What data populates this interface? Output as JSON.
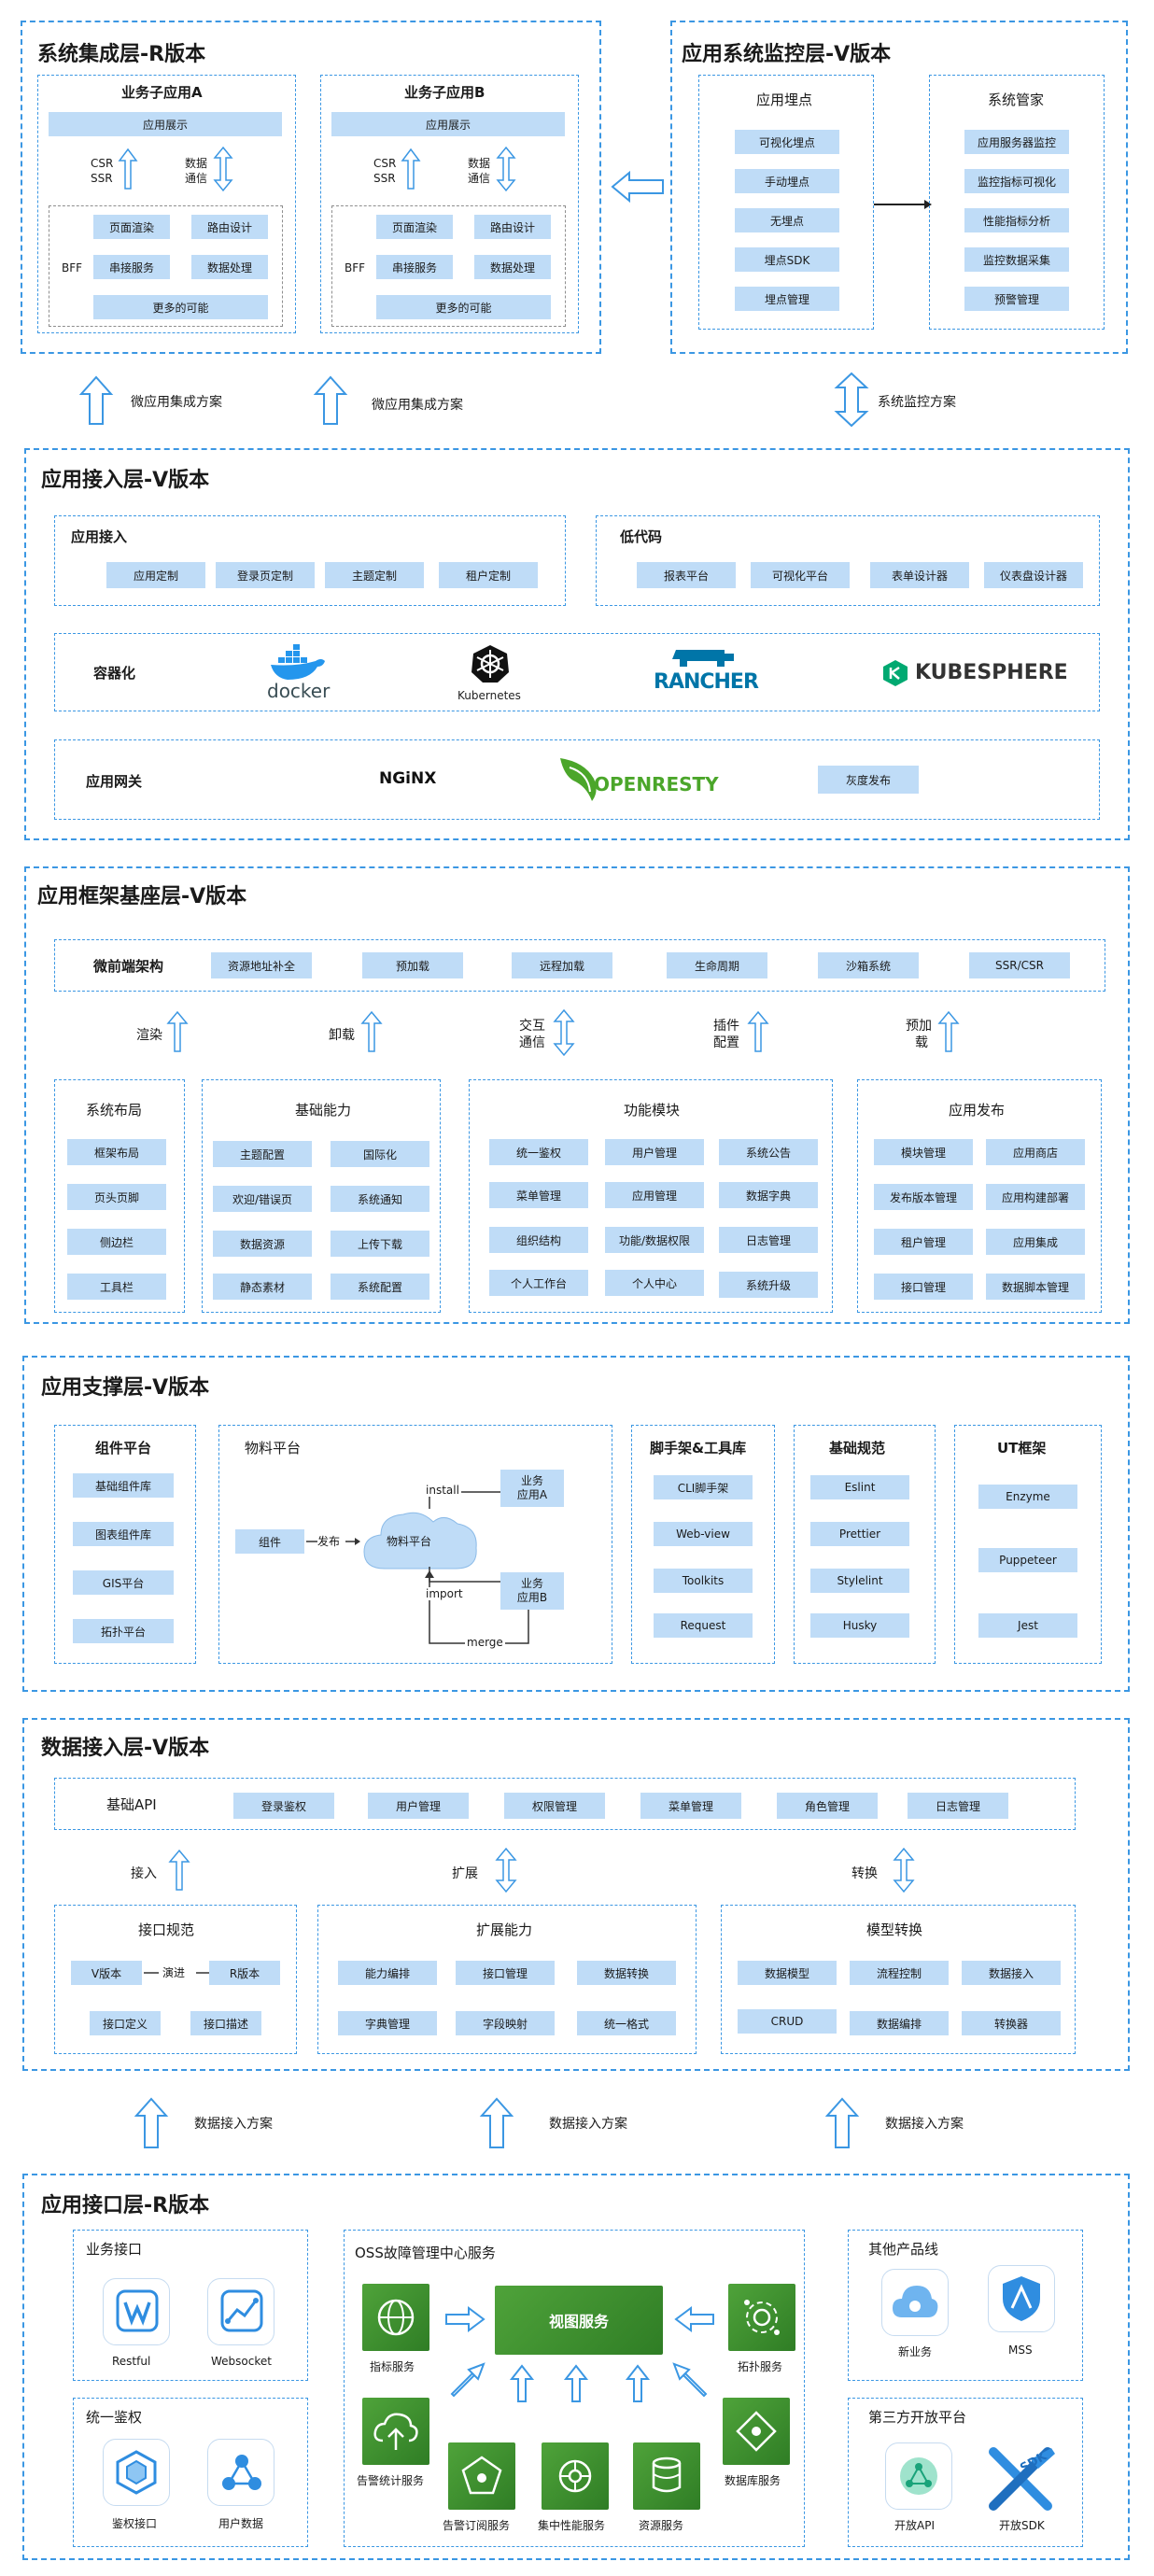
{
  "layer1": {
    "title": "系统集成层-R版本",
    "appA": {
      "title": "业务子应用A",
      "show": "应用展示",
      "csr": "CSR",
      "ssr": "SSR",
      "comm1": "数据",
      "comm2": "通信",
      "bff": "BFF",
      "p1": "页面渲染",
      "p2": "路由设计",
      "p3": "串接服务",
      "p4": "数据处理",
      "more": "更多的可能"
    },
    "appB": {
      "title": "业务子应用B",
      "show": "应用展示",
      "csr": "CSR",
      "ssr": "SSR",
      "comm1": "数据",
      "comm2": "通信",
      "bff": "BFF",
      "p1": "页面渲染",
      "p2": "路由设计",
      "p3": "串接服务",
      "p4": "数据处理",
      "more": "更多的可能"
    }
  },
  "monitor": {
    "title": "应用系统监控层-V版本",
    "bury": {
      "title": "应用埋点",
      "items": [
        "可视化埋点",
        "手动埋点",
        "无埋点",
        "埋点SDK",
        "埋点管理"
      ]
    },
    "mgr": {
      "title": "系统管家",
      "items": [
        "应用服务器监控",
        "监控指标可视化",
        "性能指标分析",
        "监控数据采集",
        "预警管理"
      ]
    }
  },
  "arrows1": {
    "a": "微应用集成方案",
    "b": "微应用集成方案",
    "c": "系统监控方案"
  },
  "access": {
    "title": "应用接入层-V版本",
    "appin": {
      "title": "应用接入",
      "items": [
        "应用定制",
        "登录页定制",
        "主题定制",
        "租户定制"
      ]
    },
    "lowcode": {
      "title": "低代码",
      "items": [
        "报表平台",
        "可视化平台",
        "表单设计器",
        "仪表盘设计器"
      ]
    },
    "container": {
      "title": "容器化",
      "docker": "docker",
      "k8s": "Kubernetes",
      "rancher": "RANCHER",
      "kube": "KUBESPHERE"
    },
    "gateway": {
      "title": "应用网关",
      "nginx": "NGiNX",
      "openresty": "OPENRESTY",
      "gray": "灰度发布"
    }
  },
  "framework": {
    "title": "应用框架基座层-V版本",
    "micro": {
      "title": "微前端架构",
      "items": [
        "资源地址补全",
        "预加载",
        "远程加载",
        "生命周期",
        "沙箱系统",
        "SSR/CSR"
      ]
    },
    "arrows": {
      "a": "渲染",
      "b": "卸载",
      "c1": "交互",
      "c2": "通信",
      "d1": "插件",
      "d2": "配置",
      "e1": "预加",
      "e2": "载"
    },
    "layout": {
      "title": "系统布局",
      "items": [
        "框架布局",
        "页头页脚",
        "侧边栏",
        "工具栏"
      ]
    },
    "base": {
      "title": "基础能力",
      "items": [
        "主题配置",
        "国际化",
        "欢迎/错误页",
        "系统通知",
        "数据资源",
        "上传下载",
        "静态素材",
        "系统配置"
      ]
    },
    "func": {
      "title": "功能模块",
      "items": [
        "统一鉴权",
        "用户管理",
        "系统公告",
        "菜单管理",
        "应用管理",
        "数据字典",
        "组织结构",
        "功能/数据权限",
        "日志管理",
        "个人工作台",
        "个人中心",
        "系统升级"
      ]
    },
    "release": {
      "title": "应用发布",
      "items": [
        "模块管理",
        "应用商店",
        "发布版本管理",
        "应用构建部署",
        "租户管理",
        "应用集成",
        "接口管理",
        "数据脚本管理"
      ]
    }
  },
  "support": {
    "title": "应用支撑层-V版本",
    "comp": {
      "title": "组件平台",
      "items": [
        "基础组件库",
        "图表组件库",
        "GIS平台",
        "拓扑平台"
      ]
    },
    "mat": {
      "title": "物料平台",
      "comp": "组件",
      "publish": "发布",
      "cloud": "物料平台",
      "install": "install",
      "import": "import",
      "merge": "merge",
      "appA1": "业务",
      "appA2": "应用A",
      "appB1": "业务",
      "appB2": "应用B"
    },
    "scaffold": {
      "title": "脚手架&工具库",
      "items": [
        "CLI脚手架",
        "Web-view",
        "Toolkits",
        "Request"
      ]
    },
    "norm": {
      "title": "基础规范",
      "items": [
        "Eslint",
        "Prettier",
        "Stylelint",
        "Husky"
      ]
    },
    "ut": {
      "title": "UT框架",
      "items": [
        "Enzyme",
        "Puppeteer",
        "Jest"
      ]
    }
  },
  "data": {
    "title": "数据接入层-V版本",
    "api": {
      "title": "基础API",
      "items": [
        "登录鉴权",
        "用户管理",
        "权限管理",
        "菜单管理",
        "角色管理",
        "日志管理"
      ]
    },
    "arrows": {
      "a": "接入",
      "b": "扩展",
      "c": "转换"
    },
    "spec": {
      "title": "接口规范",
      "v": "V版本",
      "evolve": "演进",
      "r": "R版本",
      "def": "接口定义",
      "desc": "接口描述"
    },
    "ext": {
      "title": "扩展能力",
      "items": [
        "能力编排",
        "接口管理",
        "数据转换",
        "字典管理",
        "字段映射",
        "统一格式"
      ]
    },
    "model": {
      "title": "模型转换",
      "items": [
        "数据模型",
        "流程控制",
        "数据接入",
        "CRUD",
        "数据编排",
        "转换器"
      ]
    }
  },
  "arrows2": {
    "a": "数据接入方案",
    "b": "数据接入方案",
    "c": "数据接入方案"
  },
  "iface": {
    "title": "应用接口层-R版本",
    "biz": {
      "title": "业务接口",
      "restful": "Restful",
      "websocket": "Websocket"
    },
    "auth": {
      "title": "统一鉴权",
      "a": "鉴权接口",
      "b": "用户数据"
    },
    "oss": {
      "title": "OSS故障管理中心服务",
      "view": "视图服务",
      "s1": "指标服务",
      "s2": "拓扑服务",
      "s3": "告警统计服务",
      "s4": "告警订阅服务",
      "s5": "集中性能服务",
      "s6": "资源服务",
      "s7": "数据库服务"
    },
    "other": {
      "title": "其他产品线",
      "a": "新业务",
      "b": "MSS"
    },
    "third": {
      "title": "第三方开放平台",
      "a": "开放API",
      "b": "开放SDK",
      "sdk": "SDK"
    }
  },
  "colors": {
    "accent": "#3b97e3",
    "pill": "#bfdcf7",
    "green": "#3f9330"
  }
}
